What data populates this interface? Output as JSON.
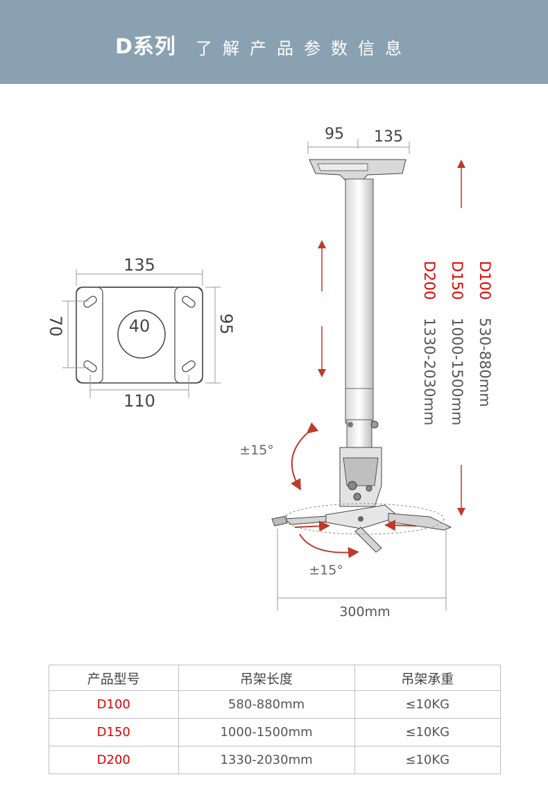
{
  "header": {
    "series": "D系列",
    "subtitle": "了解产品参数信息"
  },
  "plate": {
    "top_dim": "135",
    "left_dim": "70",
    "right_dim": "95",
    "center_dim": "40",
    "bottom_dim": "110"
  },
  "mount": {
    "top_left_dim": "95",
    "top_right_dim": "135",
    "tilt_label": "±15°",
    "swivel_label": "±15°",
    "width_dim": "300mm",
    "lengths": [
      {
        "model": "D100",
        "range": "530-880mm"
      },
      {
        "model": "D150",
        "range": "1000-1500mm"
      },
      {
        "model": "D200",
        "range": "1330-2030mm"
      }
    ]
  },
  "table": {
    "headers": [
      "产品型号",
      "吊架长度",
      "吊架承重"
    ],
    "rows": [
      [
        "D100",
        "580-880mm",
        "≤10KG"
      ],
      [
        "D150",
        "1000-1500mm",
        "≤10KG"
      ],
      [
        "D200",
        "1330-2030mm",
        "≤10KG"
      ]
    ]
  },
  "colors": {
    "header_bg": "#8aa1b1",
    "accent_red": "#c0392b",
    "model_red": "#e00000"
  }
}
